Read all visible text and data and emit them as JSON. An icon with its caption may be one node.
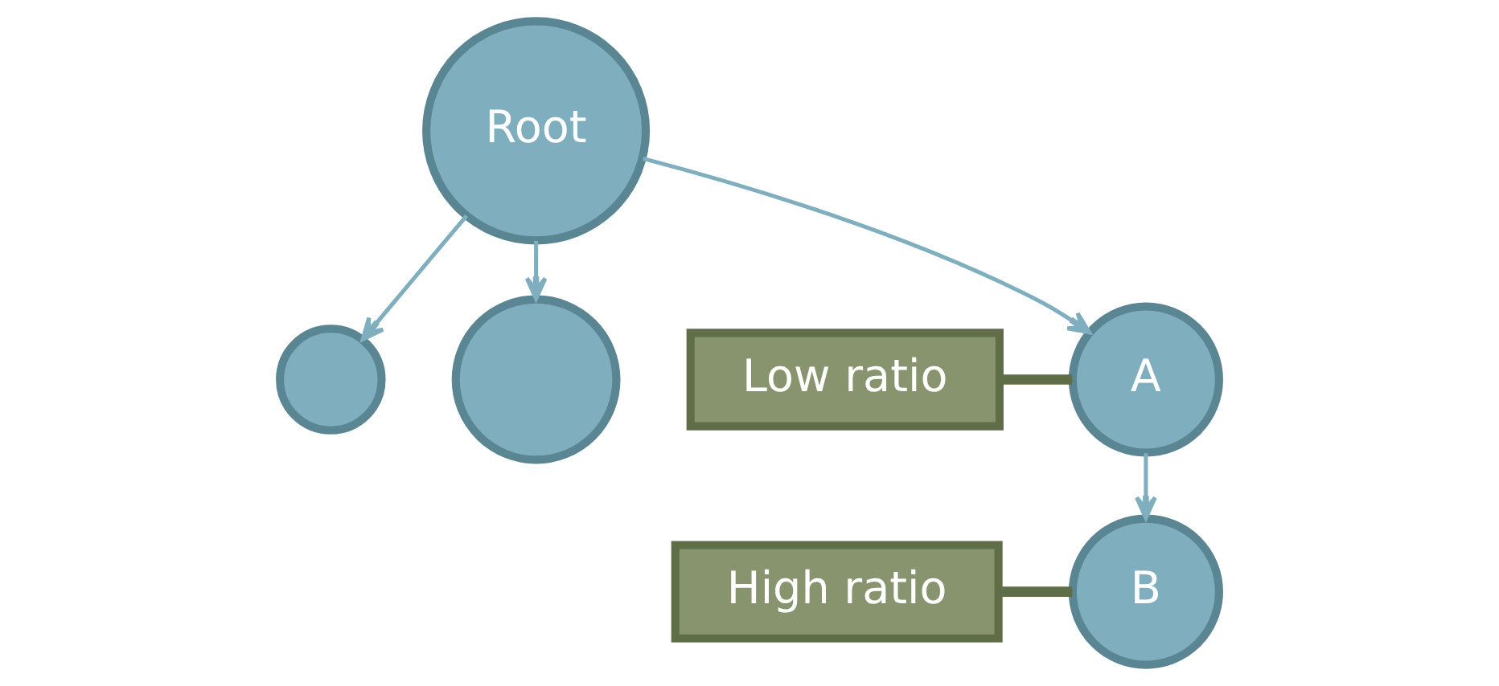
{
  "diagram": {
    "nodes": [
      {
        "text": [
          "Root"
        ]
      },
      {
        "text": [],
        "shape": "circle"
      },
      {
        "text": [],
        "shape": "circle"
      },
      {
        "text": [
          "A"
        ]
      },
      {
        "text": [
          "B"
        ]
      },
      {
        "text": [
          "Low ratio"
        ]
      },
      {
        "text": [
          "High ratio"
        ]
      }
    ],
    "edges": [
      {
        "from": 0,
        "to": 1,
        "arrow": "to"
      },
      {
        "from": 0,
        "to": 2,
        "arrow": "to"
      },
      {
        "from": 0,
        "to": 3,
        "arrow": "to"
      },
      {
        "from": 3,
        "to": 4,
        "arrow": "to"
      },
      {
        "from": 5,
        "to": 3,
        "arrow": "none",
        "style": "thick",
        "color": "#5f6e47"
      },
      {
        "from": 6,
        "to": 4,
        "arrow": "none",
        "style": "thick",
        "color": "#5f6e47"
      }
    ]
  }
}
